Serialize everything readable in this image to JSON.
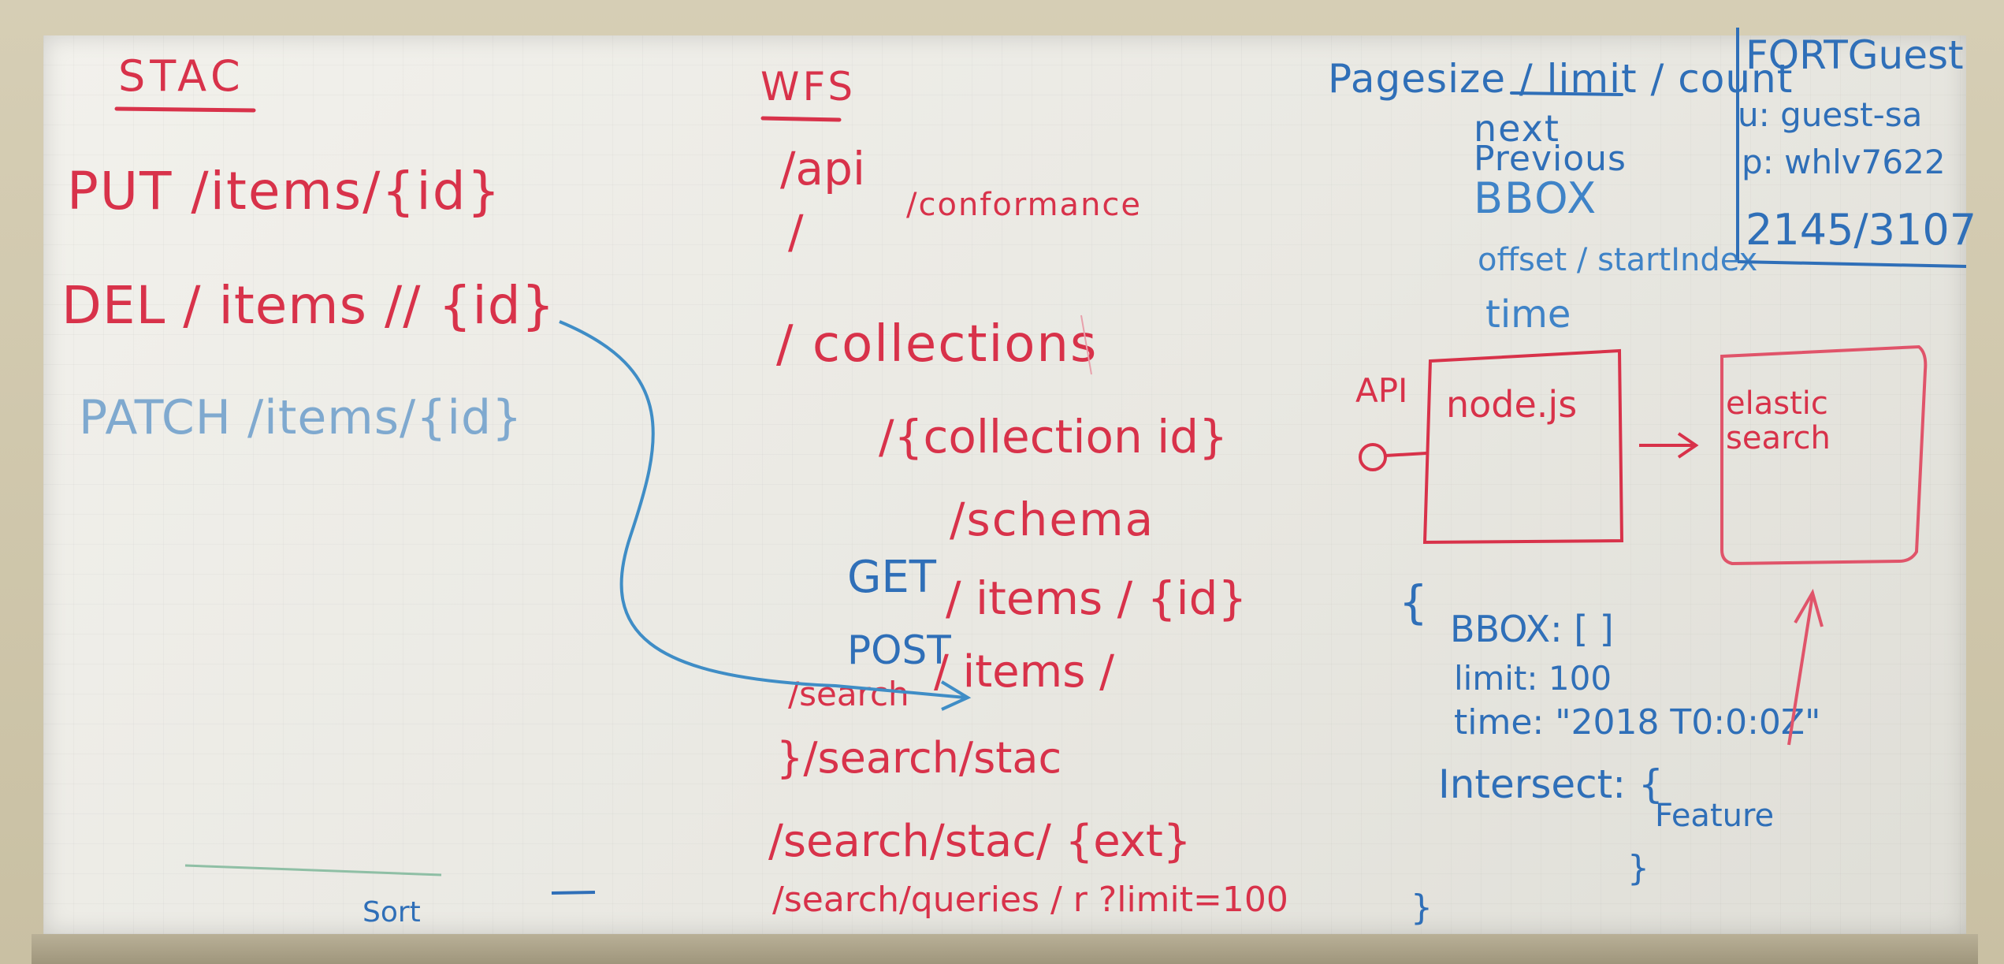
{
  "colors": {
    "red_marker": "#d8324a",
    "blue_marker": "#2f6fb8",
    "board": "#eeede7",
    "frame": "#d2c9ae"
  },
  "stac": {
    "heading": "STAC",
    "lines": [
      "PUT /items/{id}",
      "DEL / items // {id}",
      "PATCH /items/{id}"
    ]
  },
  "wfs": {
    "heading": "WFS",
    "api": "/api",
    "conformance": "/conformance",
    "slash": "/",
    "collections": "/ collections",
    "collection_id": "/{collection id}",
    "schema": "/schema",
    "get_method": "GET",
    "get_path": "/ items / {id}",
    "post_method": "POST",
    "post_path": "/ items /",
    "search": "/search",
    "search_stac": "}/search/stac",
    "search_stac_ext": "/search/stac/ {ext}",
    "search_queries": "/search/queries / r ?limit=100",
    "sort": "Sort"
  },
  "paging": {
    "header": "Pagesize / limit / count",
    "items": [
      "next",
      "Previous",
      "BBOX",
      "offset / startIndex",
      "time"
    ]
  },
  "guest": {
    "title": "FORTGuest",
    "user": "u: guest-sa",
    "pass": "p: whlv7622",
    "room": "2145/3107"
  },
  "arch": {
    "api_label": "API",
    "node": "node.js",
    "elastic": "elastic search"
  },
  "query": {
    "open": "{",
    "bbox": "BBOX: [     ]",
    "limit": "limit: 100",
    "time": "time: \"2018 T0:0:0Z\"",
    "intersect": "Intersect: {",
    "feature": "Feature",
    "close_inner": "}",
    "close": "}"
  }
}
